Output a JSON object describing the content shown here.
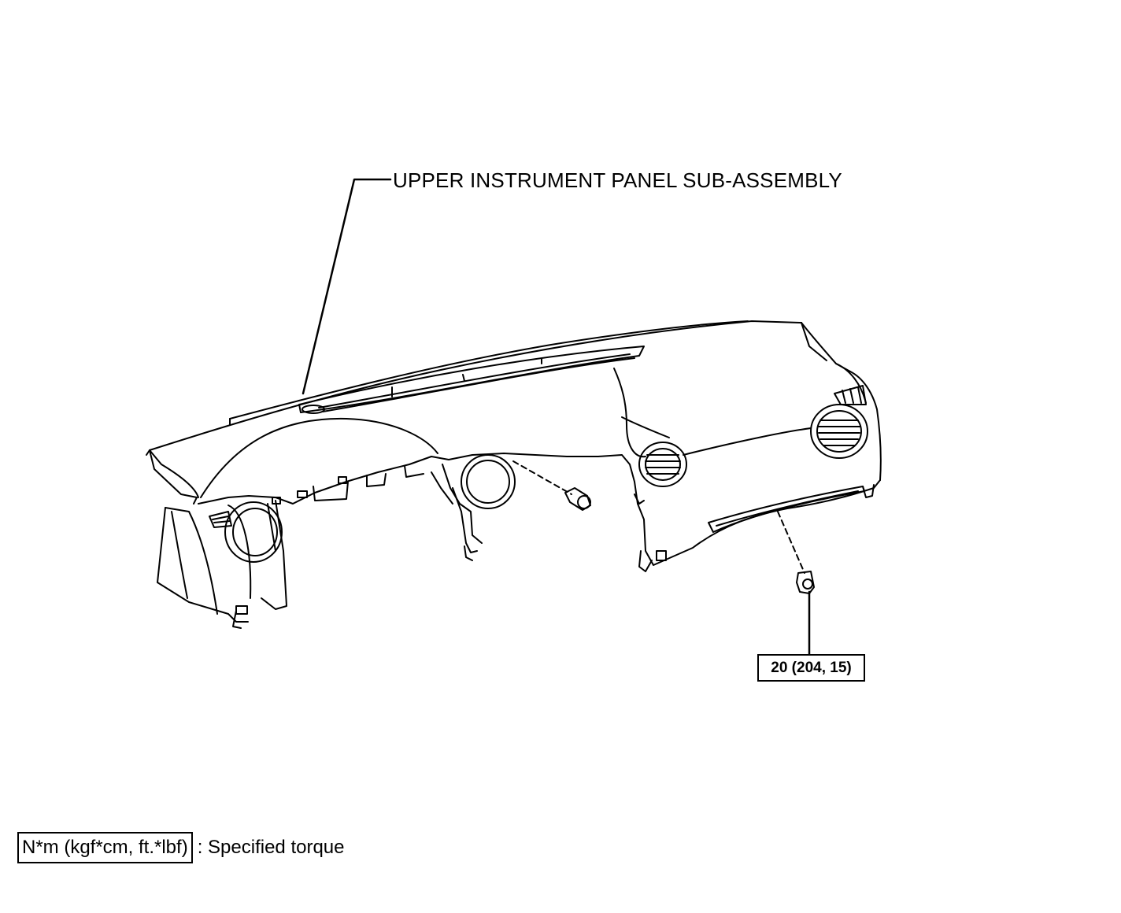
{
  "diagram": {
    "part_callout": "UPPER INSTRUMENT PANEL SUB-ASSEMBLY",
    "torque_spec": "20 (204, 15)",
    "line_color": "#000000",
    "background_color": "#ffffff"
  },
  "legend": {
    "unit_label": "N*m (kgf*cm, ft.*lbf)",
    "description": ": Specified torque"
  },
  "icons": [
    "bolt-icon",
    "screw-icon",
    "air-vent-icon",
    "gauge-opening-icon"
  ]
}
